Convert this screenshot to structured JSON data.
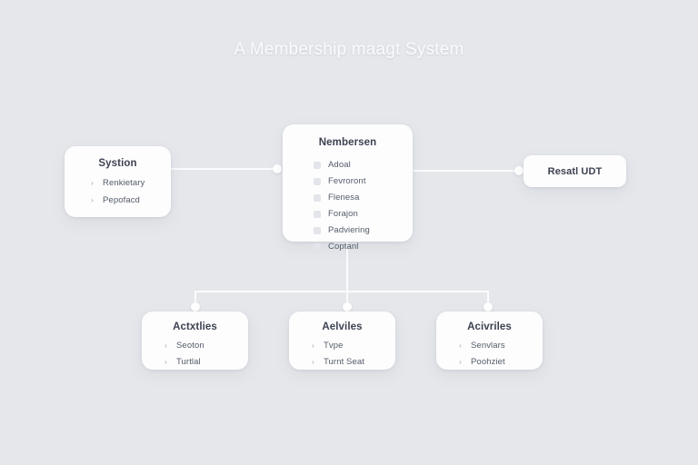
{
  "page": {
    "title": "A Membership maagt System",
    "background_color": "#e5e7eb",
    "card_color": "#fdfdfe",
    "connector_color": "#fafbfc",
    "title_color": "#fbfbfc"
  },
  "left_card": {
    "title": "Systion",
    "items": [
      {
        "marker": "chevron-right-icon",
        "glyph": "›",
        "label": "Renkietary"
      },
      {
        "marker": "chevron-right-icon",
        "glyph": "›",
        "label": "Pepofacd"
      }
    ]
  },
  "center_card": {
    "title": "Nembersen",
    "items": [
      {
        "marker": "checkbox-icon",
        "label": "Adoal"
      },
      {
        "marker": "checkbox-icon",
        "label": "Fevroront"
      },
      {
        "marker": "checkbox-icon",
        "label": "Flenesa"
      },
      {
        "marker": "checkbox-icon",
        "label": "Forajon"
      },
      {
        "marker": "checkbox-icon",
        "label": "Padviering"
      },
      {
        "marker": "checkbox-icon",
        "label": "Coptanl"
      }
    ]
  },
  "right_pill": {
    "label": "Resatl UDT"
  },
  "bottom_cards": [
    {
      "title": "Actxtlies",
      "items": [
        {
          "marker": "chevron-right-icon",
          "glyph": "‹",
          "label": "Seoton"
        },
        {
          "marker": "chevron-right-icon",
          "glyph": "›",
          "label": "Turtlal"
        }
      ]
    },
    {
      "title": "Aelviles",
      "items": [
        {
          "marker": "chevron-right-icon",
          "glyph": "›",
          "label": "Tvpe"
        },
        {
          "marker": "chevron-right-icon",
          "glyph": "›",
          "label": "Turnt Seat"
        }
      ]
    },
    {
      "title": "Acivriles",
      "items": [
        {
          "marker": "chevron-right-icon",
          "glyph": "‹",
          "label": "Senvlars"
        },
        {
          "marker": "chevron-right-icon",
          "glyph": "›",
          "label": "Poohziet"
        }
      ]
    }
  ]
}
